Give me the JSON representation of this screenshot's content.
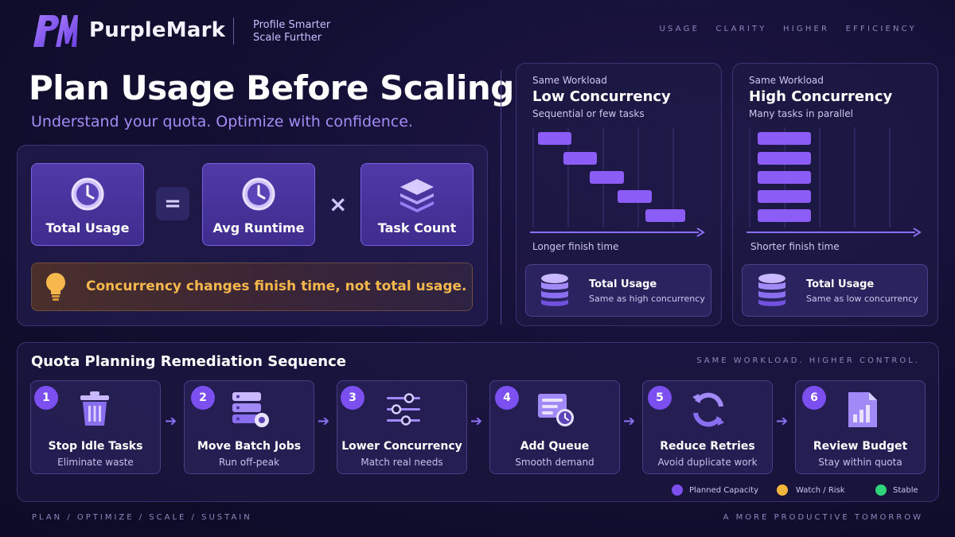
{
  "header": {
    "brand": "PurpleMark",
    "tagline_line1": "Profile Smarter",
    "tagline_line2": "Scale Further",
    "top_words": "USAGE  CLARITY  HIGHER  EFFICIENCY"
  },
  "hero": {
    "title": "Plan Usage Before Scaling",
    "subtitle": "Understand your quota. Optimize with confidence."
  },
  "formula": {
    "result_label": "Total Usage",
    "equals": "=",
    "runtime_label": "Avg Runtime",
    "times": "×",
    "count_label": "Task Count",
    "insight": "Concurrency changes finish time, not total usage."
  },
  "low_card": {
    "kicker": "Same Workload",
    "title": "Low Concurrency",
    "desc": "Sequential or few tasks",
    "foot": "Longer finish time",
    "usage_title": "Total Usage",
    "usage_sub": "Same as high concurrency"
  },
  "high_card": {
    "kicker": "Same Workload",
    "title": "High Concurrency",
    "desc": "Many tasks in parallel",
    "foot": "Shorter finish time",
    "usage_title": "Total Usage",
    "usage_sub": "Same as low concurrency"
  },
  "sequence": {
    "title": "Quota Planning Remediation Sequence",
    "kicker": "SAME WORKLOAD. HIGHER CONTROL.",
    "steps": [
      {
        "num": "1",
        "title": "Stop Idle Tasks",
        "sub": "Eliminate waste",
        "icon": "trash-icon"
      },
      {
        "num": "2",
        "title": "Move Batch Jobs",
        "sub": "Run off-peak",
        "icon": "server-gear-icon"
      },
      {
        "num": "3",
        "title": "Lower Concurrency",
        "sub": "Match real needs",
        "icon": "sliders-icon"
      },
      {
        "num": "4",
        "title": "Add Queue",
        "sub": "Smooth demand",
        "icon": "queue-clock-icon"
      },
      {
        "num": "5",
        "title": "Reduce Retries",
        "sub": "Avoid duplicate work",
        "icon": "refresh-icon"
      },
      {
        "num": "6",
        "title": "Review Budget",
        "sub": "Stay within quota",
        "icon": "report-icon"
      }
    ]
  },
  "legend": [
    {
      "label": "Planned Capacity",
      "color": "#7b4ff0"
    },
    {
      "label": "Watch / Risk",
      "color": "#f3b53a"
    },
    {
      "label": "Stable",
      "color": "#2fd47a"
    }
  ],
  "footer": {
    "left": "PLAN  /  OPTIMIZE  /  SCALE  /  SUSTAIN",
    "right": "A MORE PRODUCTIVE TOMORROW"
  },
  "colors": {
    "accent": "#7b4ff0",
    "highlight": "#f6b84c",
    "background": "#130f33"
  }
}
